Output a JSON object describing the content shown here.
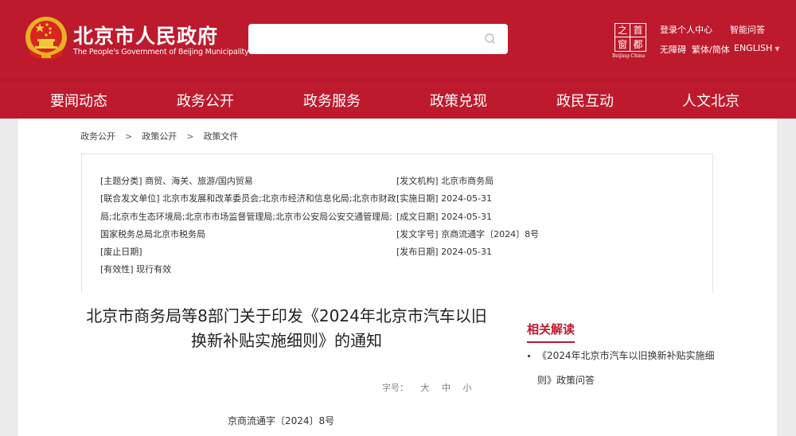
{
  "header": {
    "site_title": "北京市人民政府",
    "site_subtitle": "The People's Government of Beijing Municipality",
    "search": {
      "placeholder": "",
      "value": ""
    },
    "capital_logo": {
      "chars": [
        "之",
        "首",
        "窗",
        "都"
      ],
      "caption": "Beijing-China"
    },
    "top_links": {
      "login": "登录个人中心",
      "smart_qa": "智能问答",
      "elderly": "无障碍",
      "trad_simp": "繁体/简体",
      "english": "ENGLISH"
    },
    "colors": {
      "brand_red": "#bd1a2d"
    }
  },
  "nav": {
    "items": [
      {
        "label": "要闻动态"
      },
      {
        "label": "政务公开"
      },
      {
        "label": "政务服务"
      },
      {
        "label": "政策兑现"
      },
      {
        "label": "政民互动"
      },
      {
        "label": "人文北京"
      }
    ]
  },
  "breadcrumb": {
    "items": [
      "政务公开",
      "政策公开",
      "政策文件"
    ],
    "separator": ">"
  },
  "info": {
    "topic_label": "[主题分类]",
    "topic_value": "商贸、海关、旅游/国内贸易",
    "joint_label": "[联合发文单位]",
    "joint_value_line1": "北京市发展和改革委员会;北京市经济和信息化局;北京市财政",
    "joint_value_line2": "局;北京市生态环境局;北京市市场监督管理局;北京市公安局公安交通管理局;",
    "joint_value_line3": "国家税务总局北京市税务局",
    "repeal_label": "[废止日期]",
    "repeal_value": "",
    "validity_label": "[有效性]",
    "validity_value": "现行有效",
    "issuer_label": "[发文机构]",
    "issuer_value": "北京市商务局",
    "effective_label": "[实施日期]",
    "effective_value": "2024-05-31",
    "created_label": "[成文日期]",
    "created_value": "2024-05-31",
    "docno_label": "[发文字号]",
    "docno_value": "京商流通字〔2024〕8号",
    "publish_label": "[发布日期]",
    "publish_value": "2024-05-31"
  },
  "document": {
    "title": "北京市商务局等8部门关于印发《2024年北京市汽车以旧换新补贴实施细则》的通知",
    "font_size_label": "字号：",
    "font_sizes": [
      "大",
      "中",
      "小"
    ],
    "doc_number": "京商流通字〔2024〕8号"
  },
  "related": {
    "title": "相关解读",
    "items": [
      {
        "label": "《2024年北京市汽车以旧换新补贴实施细则》政策问答"
      }
    ]
  }
}
